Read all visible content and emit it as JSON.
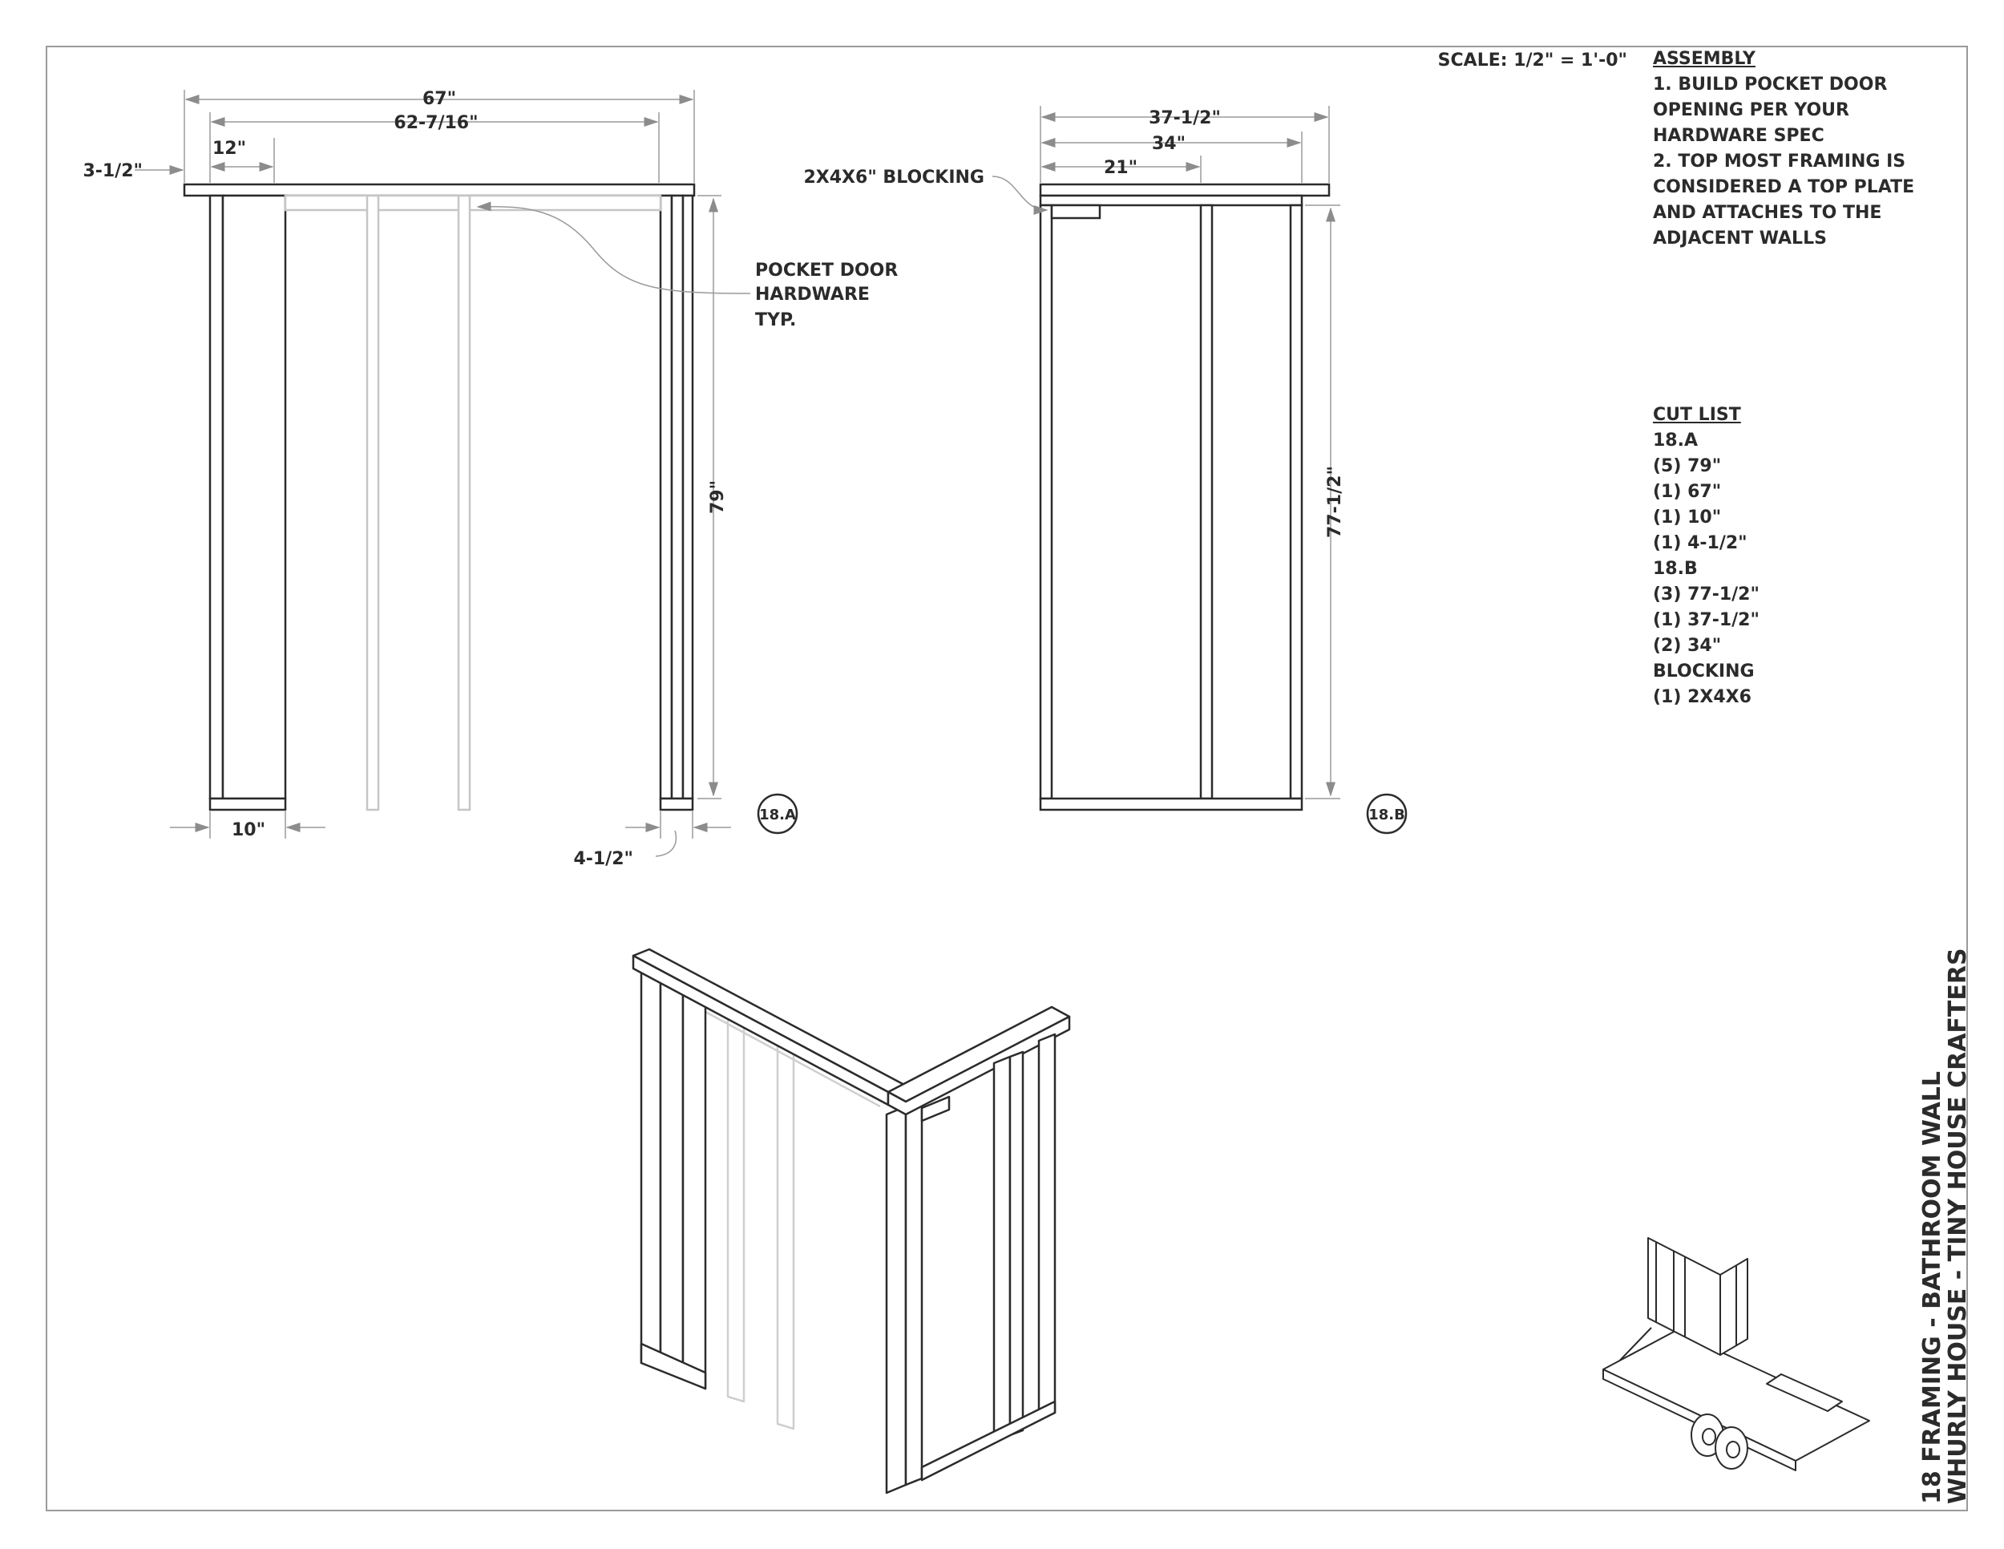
{
  "scale": "SCALE: 1/2\" = 1'-0\"",
  "assembly": {
    "heading": "ASSEMBLY",
    "step1": [
      "1. BUILD POCKET DOOR",
      "OPENING PER YOUR",
      "HARDWARE SPEC"
    ],
    "step2": [
      "2. TOP MOST FRAMING IS",
      "CONSIDERED A TOP PLATE",
      "AND ATTACHES TO THE",
      "ADJACENT WALLS"
    ]
  },
  "cut_list": {
    "heading": "CUT LIST",
    "a_label": "18.A",
    "a_items": [
      "(5) 79\"",
      "(1) 67\"",
      "(1) 10\"",
      "(1) 4-1/2\""
    ],
    "b_label": "18.B",
    "b_items": [
      "(3) 77-1/2\"",
      "(1) 37-1/2\"",
      "(2) 34\""
    ],
    "blocking_label": "BLOCKING",
    "blocking_items": [
      "(1) 2X4X6"
    ]
  },
  "view_a": {
    "tag": "18.A",
    "dims": {
      "overall": "67\"",
      "opening": "62-7/16\"",
      "stud_offset": "12\"",
      "plate_offset": "3-1/2\"",
      "height": "79\"",
      "bottom_left": "10\"",
      "bottom_right": "4-1/2\""
    },
    "callout": [
      "POCKET DOOR",
      "HARDWARE",
      "TYP."
    ]
  },
  "view_b": {
    "tag": "18.B",
    "dims": {
      "overall": "37-1/2\"",
      "mid": "34\"",
      "stud": "21\"",
      "height": "77-1/2\""
    },
    "callout": "2X4X6\" BLOCKING"
  },
  "title_block": {
    "line1": "18 FRAMING  - BATHROOM WALL",
    "line2": "WHURLY HOUSE - TINY HOUSE CRAFTERS"
  },
  "colors": {
    "line": "#2b2b2b",
    "ghost": "#bdbdbd",
    "dim": "#8c8c8c"
  }
}
